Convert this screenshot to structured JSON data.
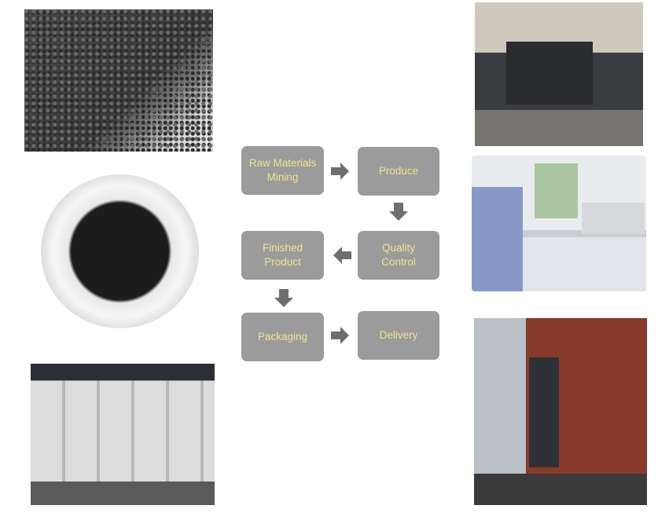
{
  "flow": {
    "steps": [
      {
        "label": "Raw Materials\nMining"
      },
      {
        "label": "Produce"
      },
      {
        "label": "Quality\nControl"
      },
      {
        "label": "Finished\nProduct"
      },
      {
        "label": "Packaging"
      },
      {
        "label": "Delivery"
      }
    ],
    "box_color": "#9b9b9b",
    "text_color": "#ece48e",
    "arrow_color": "#6e6e6e"
  },
  "photos": [
    {
      "name": "granules-in-bag-photo"
    },
    {
      "name": "granules-in-bowl-photo"
    },
    {
      "name": "bulk-bags-warehouse-photo"
    },
    {
      "name": "factory-machinery-photo"
    },
    {
      "name": "laboratory-photo"
    },
    {
      "name": "container-truck-loading-photo"
    }
  ]
}
